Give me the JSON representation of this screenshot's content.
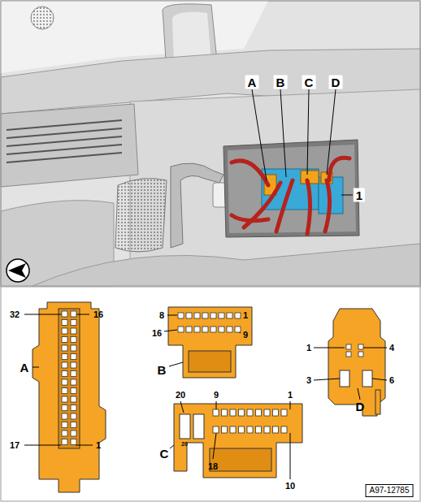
{
  "diagram": {
    "labels": [
      "A",
      "B",
      "C",
      "D",
      "1",
      "32",
      "16",
      "A",
      "17",
      "1",
      "8",
      "1",
      "16",
      "9",
      "B",
      "20",
      "9",
      "1",
      "20",
      "C",
      "18",
      "10",
      "1",
      "4",
      "3",
      "6",
      "D",
      "A97-12785"
    ]
  }
}
